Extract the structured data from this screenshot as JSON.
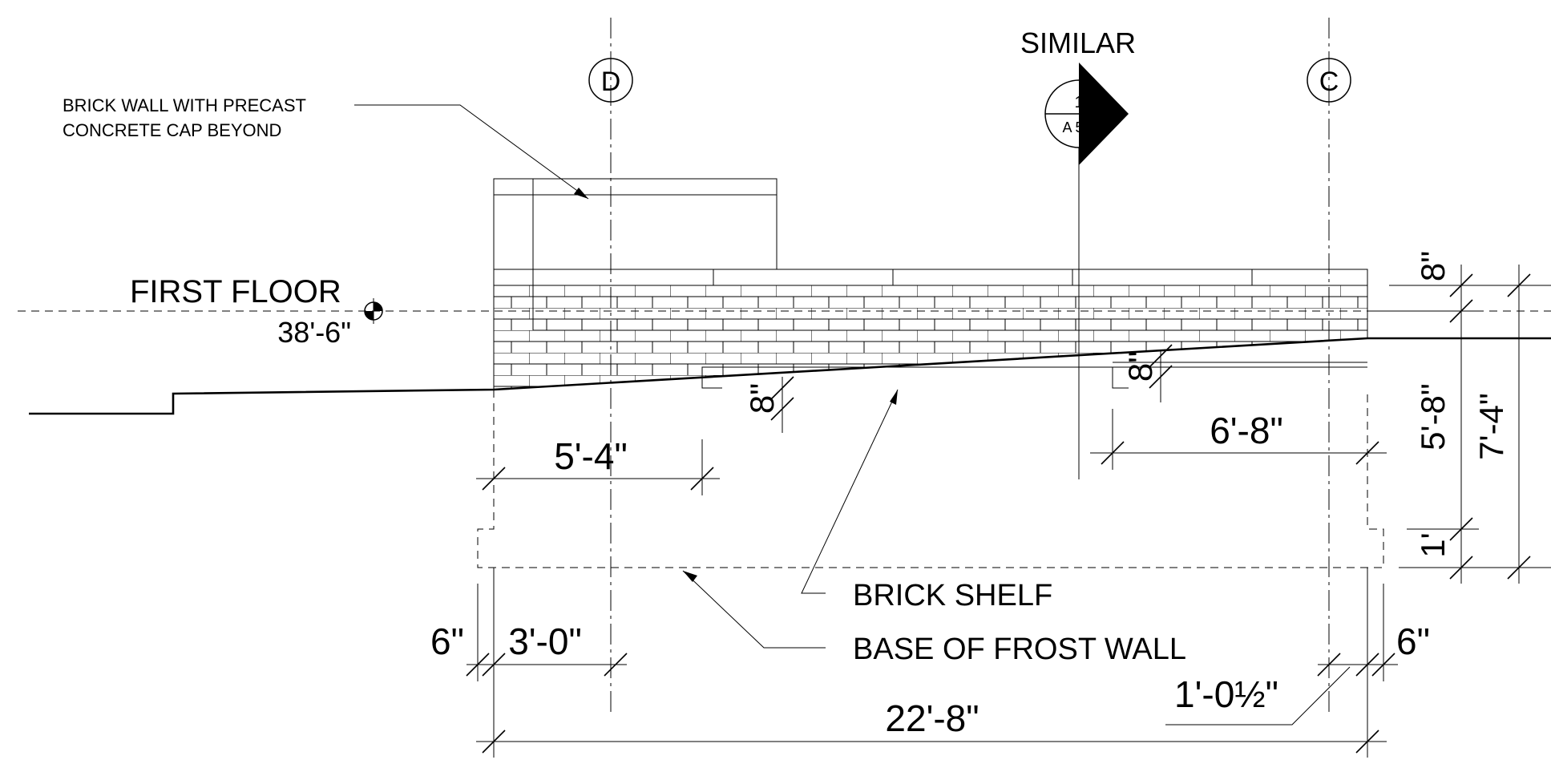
{
  "grid_labels": {
    "d": "D",
    "c": "C"
  },
  "section_marker": {
    "label": "SIMILAR",
    "number": "1",
    "sheet": "A 5.9"
  },
  "notes": {
    "brick_wall_line1": "BRICK WALL WITH PRECAST",
    "brick_wall_line2": "CONCRETE CAP BEYOND",
    "brick_shelf": "BRICK SHELF",
    "frost_wall": "BASE OF FROST WALL"
  },
  "level": {
    "name": "FIRST FLOOR",
    "elevation": "38'-6\""
  },
  "dimensions": {
    "cap_height": "8\"",
    "to_footing": "5'-8\"",
    "overall_height": "7'-4\"",
    "footing_thk": "1'",
    "step_left": "8\"",
    "step_right": "8\"",
    "left_run": "5'-4\"",
    "right_run": "6'-8\"",
    "left_offset": "6\"",
    "left_width": "3'-0\"",
    "right_offset": "6\"",
    "right_width": "1'-0½\"",
    "overall_width": "22'-8\""
  }
}
